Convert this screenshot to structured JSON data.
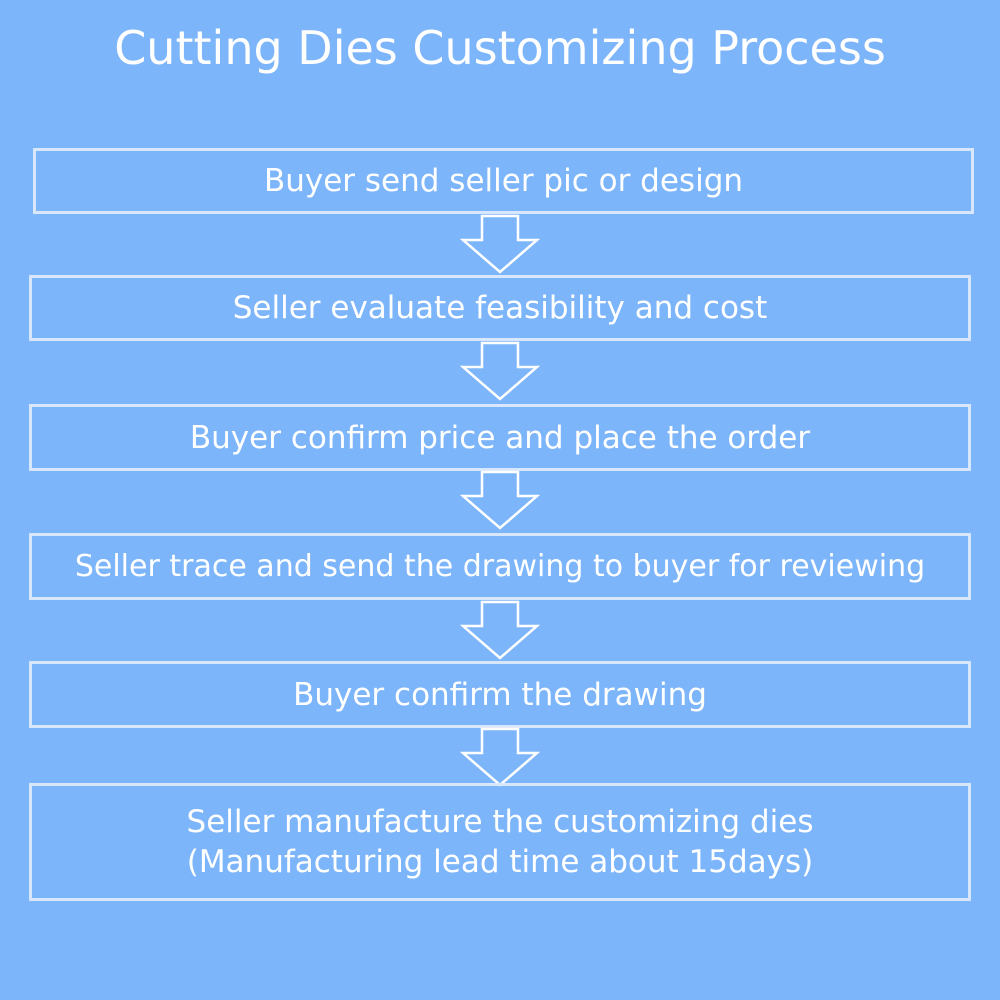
{
  "page": {
    "background": "#7db5fa",
    "title": "Cutting Dies Customizing Process"
  },
  "style": {
    "text_color": "#ffffff",
    "box_border_color": "#d8e7fb",
    "arrow_fill": "#7db5fa",
    "arrow_stroke": "#ffffff"
  },
  "steps": [
    {
      "lines": [
        "Buyer send seller pic or design"
      ]
    },
    {
      "lines": [
        "Seller evaluate feasibility and cost"
      ]
    },
    {
      "lines": [
        "Buyer confirm price and place the order"
      ]
    },
    {
      "lines": [
        "Seller trace and send the drawing to buyer for reviewing"
      ]
    },
    {
      "lines": [
        "Buyer confirm the drawing"
      ]
    },
    {
      "lines": [
        "Seller manufacture the customizing dies",
        "(Manufacturing lead time about 15days)"
      ]
    }
  ],
  "arrow_icon": "down-arrow-outline-icon"
}
